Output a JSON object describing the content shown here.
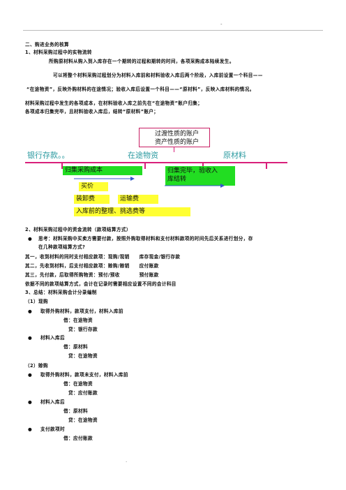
{
  "header": {
    "top_dot": "-",
    "bottom_dot": "."
  },
  "section": {
    "title": "二、购进业务的核算",
    "s1_title": "1、材料采购过程中的实物流转",
    "p1": "所购原材料从购入到入库存在一个期转的过程和期转的时间，各项采购成本陆续发生。",
    "p2a": "可以将整个材料采购过程划分为材料入库前和材料验收入库后两个阶段，入库前设置一个科目——",
    "p2b": "“在途物资”，反映外购材料的在途情况；验收入库后设置一个科目——“原材料”，反映入库材料的情况。",
    "p3": "材料采购过程中发生的各项成本，在材料验收入库之前先在“在途物资”账户归集；",
    "p4": "各项成本归集完毕，且材料验收入库后，结转“原材料”账户；"
  },
  "diagram": {
    "callout_line1": "过渡性质的账户",
    "callout_line2": "资产性质的账户",
    "bank": "银行存款。。",
    "transit": "在途物资",
    "raw": "原材料",
    "collect": "归集采购成本",
    "price": "买价",
    "handling": "装卸费",
    "freight": "运输费",
    "sorting": "入库前的整理、挑选费等",
    "transfer_line1": "归集完毕，验收入",
    "transfer_line2": "库结转"
  },
  "section2": {
    "title": "2、材料采购过程中的资金流转（款项结算方式）",
    "think": "思考：材料采购中买卖方需要付款，按照外购取得材料和支付材料款项的时间先后关系进行划分，存",
    "think2": "在几种款项结算方式?",
    "c1": "其一，收到材料的同时支付相应款项：现购/现销　　库存现金/银行存款",
    "c2": "其二，先收到材料，后支付相应款项：赊购/赊销　　应付账款",
    "c3": "其三，先付款，后取得所购物资：预付/预收　　　　预付账款",
    "c4": "依据不同的款项结算方式，会计在记录时需要相应设置不同的会计科目"
  },
  "section3": {
    "title": "3、总结：材料采购会计分录编制",
    "h1": "（1）现购",
    "b1": "取得外购材料，款项支付，材料入库前",
    "b1d": "借：在途物资",
    "b1c": "贷：银行存款",
    "b2": "材料入库后",
    "b2d": "借：原材料",
    "b2c": "贷：在途物资",
    "h2": "（2）赊购",
    "b3": "取得外购材料，款项未支付，材料入库前",
    "b3d": "借：在途物资",
    "b3c": "贷：应付账款",
    "b4": "材料入库后",
    "b4d": "借：原材料",
    "b4c": "贷：在途物资",
    "b5": "支付款项时",
    "b5d": "借：应付账款"
  },
  "colors": {
    "green": "#22dd22",
    "yellow": "#ffff33",
    "magenta": "#d81f7a",
    "teal": "#2b9aa0",
    "arrow": "#3355cc"
  }
}
